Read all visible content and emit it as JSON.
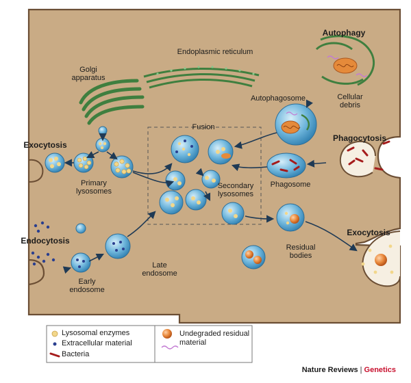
{
  "labels": {
    "golgi": "Golgi\napparatus",
    "er": "Endoplasmic reticulum",
    "autophagy": "Autophagy",
    "autophagosome": "Autophagosome",
    "cellular_debris": "Cellular\ndebris",
    "fusion": "Fusion",
    "exocytosis_left": "Exocytosis",
    "primary_lysosomes": "Primary\nlysosomes",
    "phagocytosis": "Phagocytosis",
    "phagosome": "Phagosome",
    "secondary_lysosomes": "Secondary\nlysosomes",
    "endocytosis": "Endocytosis",
    "late_endosome": "Late\nendosome",
    "early_endosome": "Early\nendosome",
    "residual_bodies": "Residual\nbodies",
    "exocytosis_right": "Exocytosis"
  },
  "legend": {
    "lysosomal_enzymes": "Lysosomal enzymes",
    "extracellular_material": "Extracellular material",
    "bacteria": "Bacteria",
    "undegraded_material": "Undegraded residual\nmaterial"
  },
  "footer": {
    "publisher": "Nature Reviews",
    "separator": "|",
    "journal": "Genetics"
  },
  "colors": {
    "cytoplasm": "#c9ab85",
    "membrane": "#6b4e34",
    "vesicle": "#5aa6d0",
    "vesicle_light": "#bfe0f0",
    "enzyme": "#f2d78b",
    "residual": "#e58a3a",
    "bacteria": "#a51c1c",
    "er_green": "#4f9a4f",
    "accent_red": "#c8102e"
  }
}
